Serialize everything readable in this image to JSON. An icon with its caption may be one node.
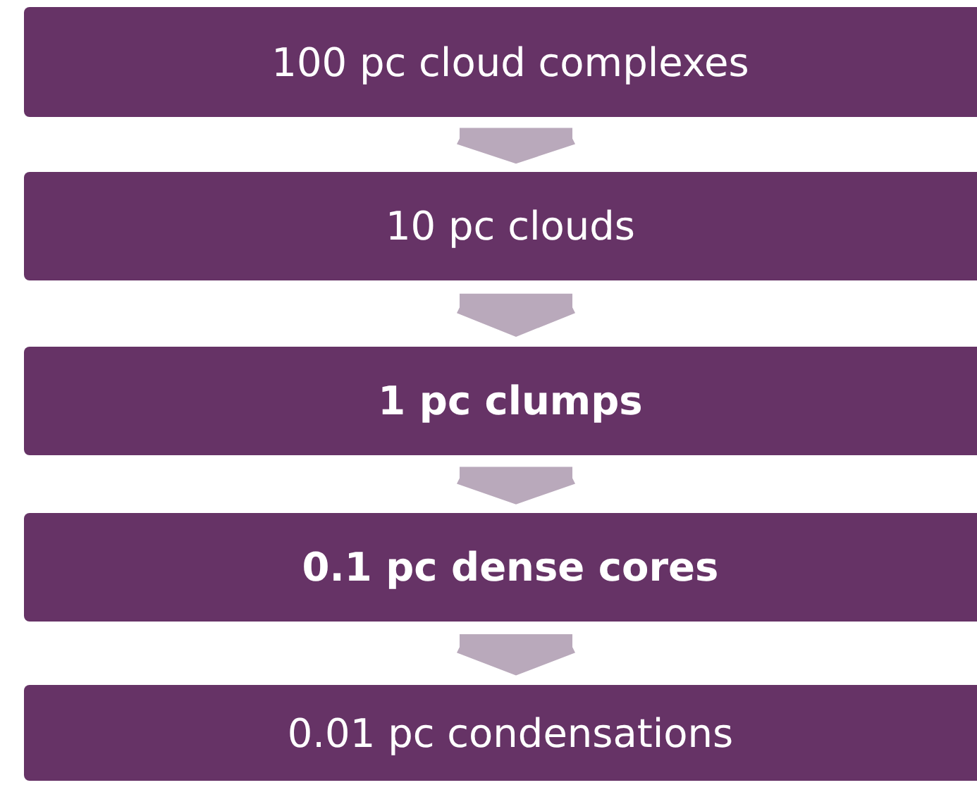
{
  "diagram": {
    "nodes": [
      {
        "text": [
          "100 pc cloud complexes"
        ]
      },
      {
        "text": [
          "10 pc clouds"
        ]
      },
      {
        "text": [
          "1 pc clumps"
        ]
      },
      {
        "text": [
          "0.1 pc dense cores"
        ]
      },
      {
        "text": [
          "0.01 pc condensations"
        ]
      }
    ],
    "edges": [
      {
        "from": 0,
        "to": 1,
        "arrow": "to"
      },
      {
        "from": 1,
        "to": 2,
        "arrow": "to"
      },
      {
        "from": 2,
        "to": 3,
        "arrow": "to"
      },
      {
        "from": 3,
        "to": 4,
        "arrow": "to"
      }
    ]
  }
}
